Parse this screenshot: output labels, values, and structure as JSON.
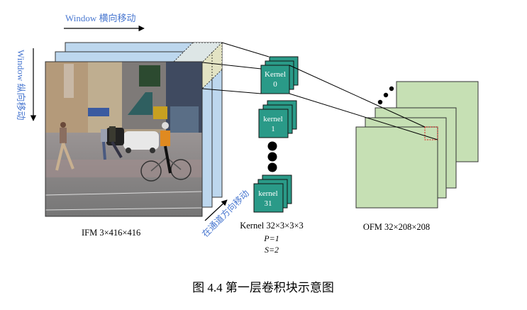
{
  "labels": {
    "window_horizontal": "Window 横向移动",
    "window_vertical": "Window 纵向移动",
    "channel_move": "在通道方向移动",
    "ifm": "IFM 3×416×416",
    "kernel_spec": "Kernel 32×3×3×3",
    "padding": "P=1",
    "stride": "S=2",
    "ofm": "OFM 32×208×208",
    "caption": "图 4.4 第一层卷积块示意图"
  },
  "kernels": [
    {
      "name": "Kernel",
      "index": "0"
    },
    {
      "name": "kernel",
      "index": "1"
    },
    {
      "name": "kernel",
      "index": "31"
    }
  ],
  "colors": {
    "annotation_blue": "#4a78d0",
    "ifm_layer": "#bdd7ee",
    "window_highlight": "#e3e3c3",
    "kernel_teal": "#2a9a88",
    "ofm_green": "#c6e0b4",
    "receptive_red": "#e02020"
  }
}
